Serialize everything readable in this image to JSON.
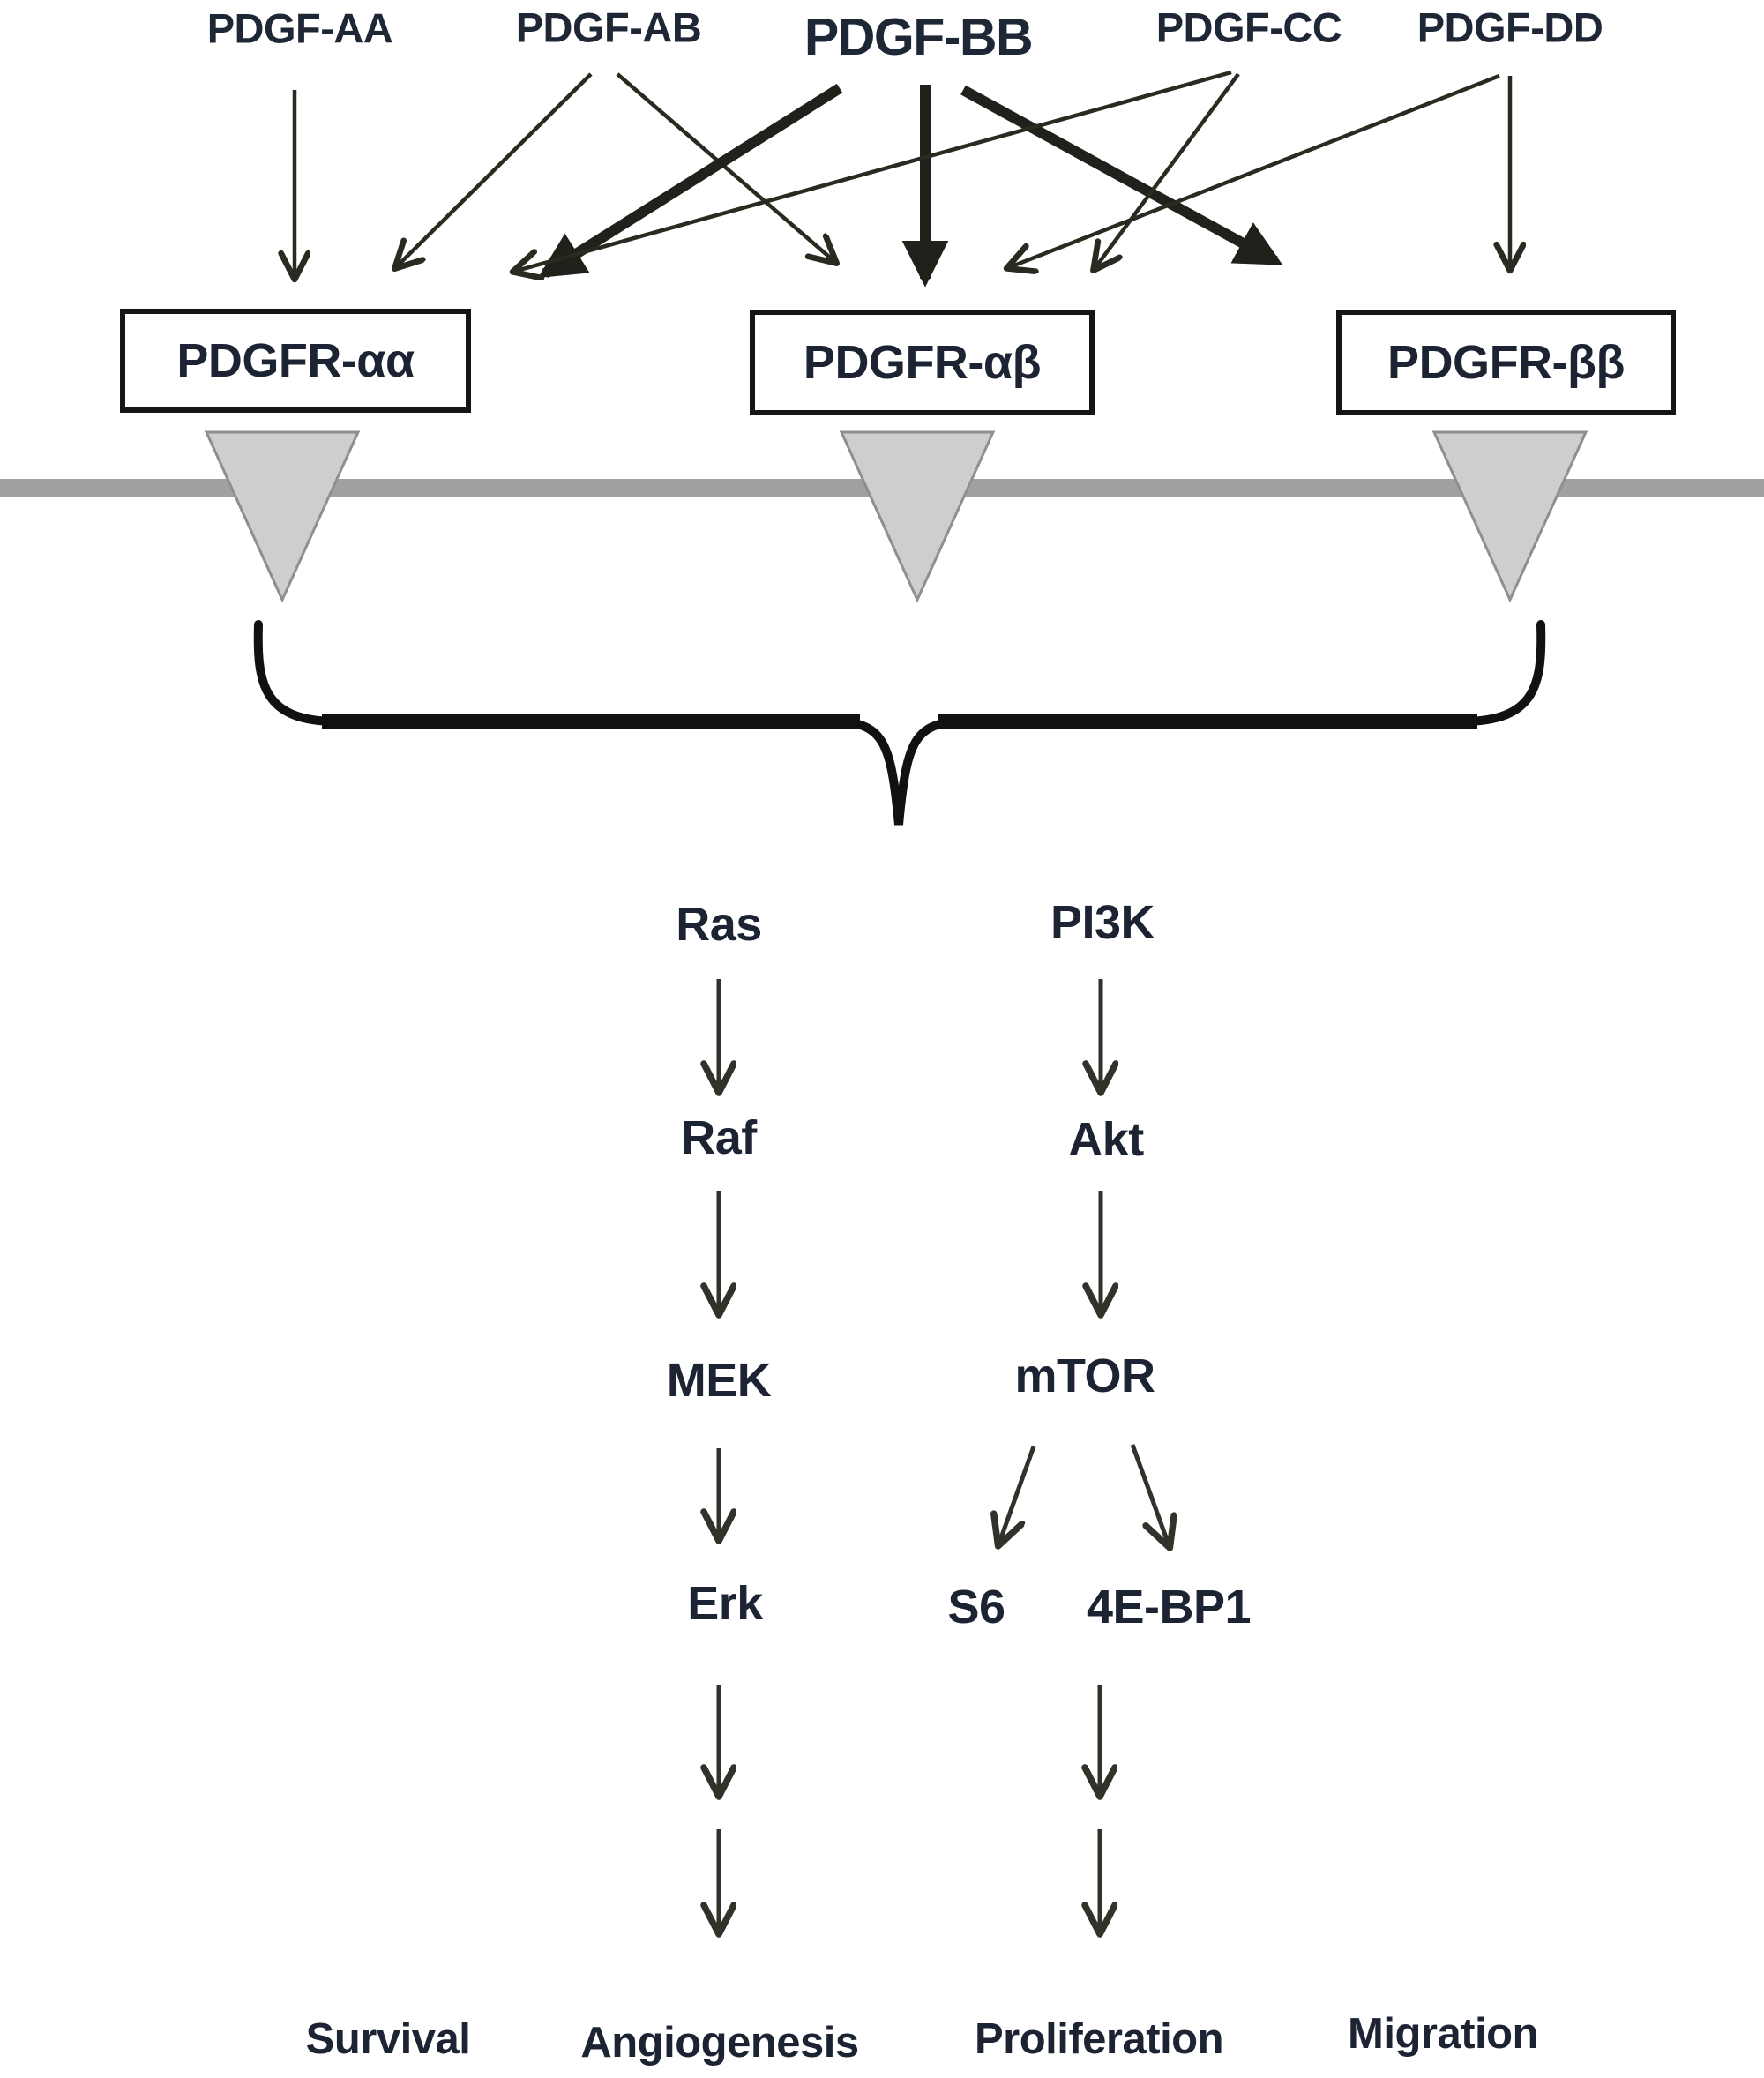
{
  "colors": {
    "background": "#ffffff",
    "label_text": "#1e2736",
    "node_text": "#1c2433",
    "thin_arrow": "#2b2a21",
    "thick_arrow": "#21201a",
    "pathway_arrow": "#32312a",
    "membrane": "#a0a0a0",
    "receptor_triangle_fill": "#cecece",
    "receptor_triangle_stroke": "#8f8f8f",
    "box_border": "#151515",
    "brace": "#111111"
  },
  "ligands": {
    "aa": "PDGF-AA",
    "ab": "PDGF-AB",
    "bb": "PDGF-BB",
    "cc": "PDGF-CC",
    "dd": "PDGF-DD"
  },
  "receptors": {
    "aa": "PDGFR-αα",
    "ab": "PDGFR-αβ",
    "bb": "PDGFR-ββ"
  },
  "nodes": {
    "ras": "Ras",
    "pi3k": "PI3K",
    "raf": "Raf",
    "akt": "Akt",
    "mek": "MEK",
    "mtor": "mTOR",
    "erk": "Erk",
    "s6": "S6",
    "e4bp1": "4E-BP1"
  },
  "outcomes": {
    "survival": "Survival",
    "angiogenesis": "Angiogenesis",
    "proliferation": "Proliferation",
    "migration": "Migration"
  },
  "ligand_receptor_binding": [
    {
      "from": "PDGF-AA",
      "to": "PDGFR-αα",
      "strong": false
    },
    {
      "from": "PDGF-AB",
      "to": "PDGFR-αα",
      "strong": false
    },
    {
      "from": "PDGF-AB",
      "to": "PDGFR-αβ",
      "strong": false
    },
    {
      "from": "PDGF-BB",
      "to": "PDGFR-αα",
      "strong": true
    },
    {
      "from": "PDGF-BB",
      "to": "PDGFR-αβ",
      "strong": true
    },
    {
      "from": "PDGF-BB",
      "to": "PDGFR-ββ",
      "strong": true
    },
    {
      "from": "PDGF-CC",
      "to": "PDGFR-αα",
      "strong": false
    },
    {
      "from": "PDGF-CC",
      "to": "PDGFR-αβ",
      "strong": false
    },
    {
      "from": "PDGF-DD",
      "to": "PDGFR-αβ",
      "strong": false
    },
    {
      "from": "PDGF-DD",
      "to": "PDGFR-ββ",
      "strong": false
    }
  ],
  "signaling_edges": [
    {
      "from": "Ras",
      "to": "Raf"
    },
    {
      "from": "Raf",
      "to": "MEK"
    },
    {
      "from": "MEK",
      "to": "Erk"
    },
    {
      "from": "PI3K",
      "to": "Akt"
    },
    {
      "from": "Akt",
      "to": "mTOR"
    },
    {
      "from": "mTOR",
      "to": "S6"
    },
    {
      "from": "mTOR",
      "to": "4E-BP1"
    }
  ]
}
